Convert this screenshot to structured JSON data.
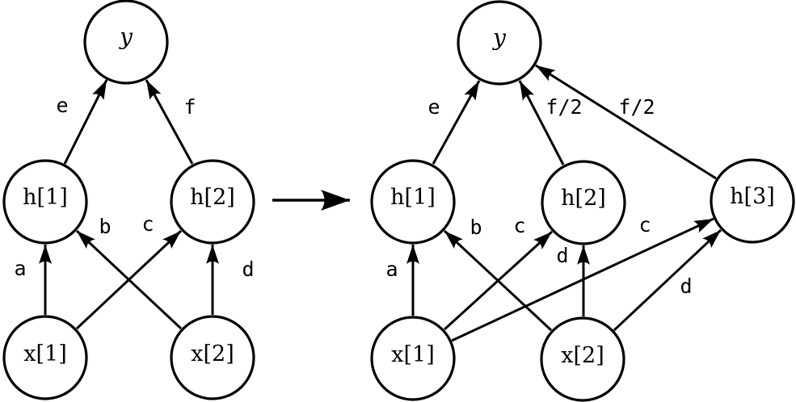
{
  "colors": {
    "ink": "#000000",
    "background": "#ffffff"
  },
  "left_graph": {
    "nodes": [
      {
        "id": "y",
        "label": "y"
      },
      {
        "id": "h1",
        "label": "h[1]"
      },
      {
        "id": "h2",
        "label": "h[2]"
      },
      {
        "id": "x1",
        "label": "x[1]"
      },
      {
        "id": "x2",
        "label": "x[2]"
      }
    ],
    "edges": [
      {
        "from": "h1",
        "to": "y",
        "label": "e"
      },
      {
        "from": "h2",
        "to": "y",
        "label": "f"
      },
      {
        "from": "x1",
        "to": "h1",
        "label": "a"
      },
      {
        "from": "x2",
        "to": "h1",
        "label": "b"
      },
      {
        "from": "x1",
        "to": "h2",
        "label": "c"
      },
      {
        "from": "x2",
        "to": "h2",
        "label": "d"
      }
    ]
  },
  "right_graph": {
    "nodes": [
      {
        "id": "y",
        "label": "y"
      },
      {
        "id": "h1",
        "label": "h[1]"
      },
      {
        "id": "h2",
        "label": "h[2]"
      },
      {
        "id": "h3",
        "label": "h[3]"
      },
      {
        "id": "x1",
        "label": "x[1]"
      },
      {
        "id": "x2",
        "label": "x[2]"
      }
    ],
    "edges": [
      {
        "from": "h1",
        "to": "y",
        "label": "e"
      },
      {
        "from": "h2",
        "to": "y",
        "label": "f/2"
      },
      {
        "from": "h3",
        "to": "y",
        "label": "f/2"
      },
      {
        "from": "x1",
        "to": "h1",
        "label": "a"
      },
      {
        "from": "x2",
        "to": "h1",
        "label": "b"
      },
      {
        "from": "x1",
        "to": "h2",
        "label": "c"
      },
      {
        "from": "x2",
        "to": "h2",
        "label": "d"
      },
      {
        "from": "x1",
        "to": "h3",
        "label": "c"
      },
      {
        "from": "x2",
        "to": "h3",
        "label": "d"
      }
    ]
  }
}
